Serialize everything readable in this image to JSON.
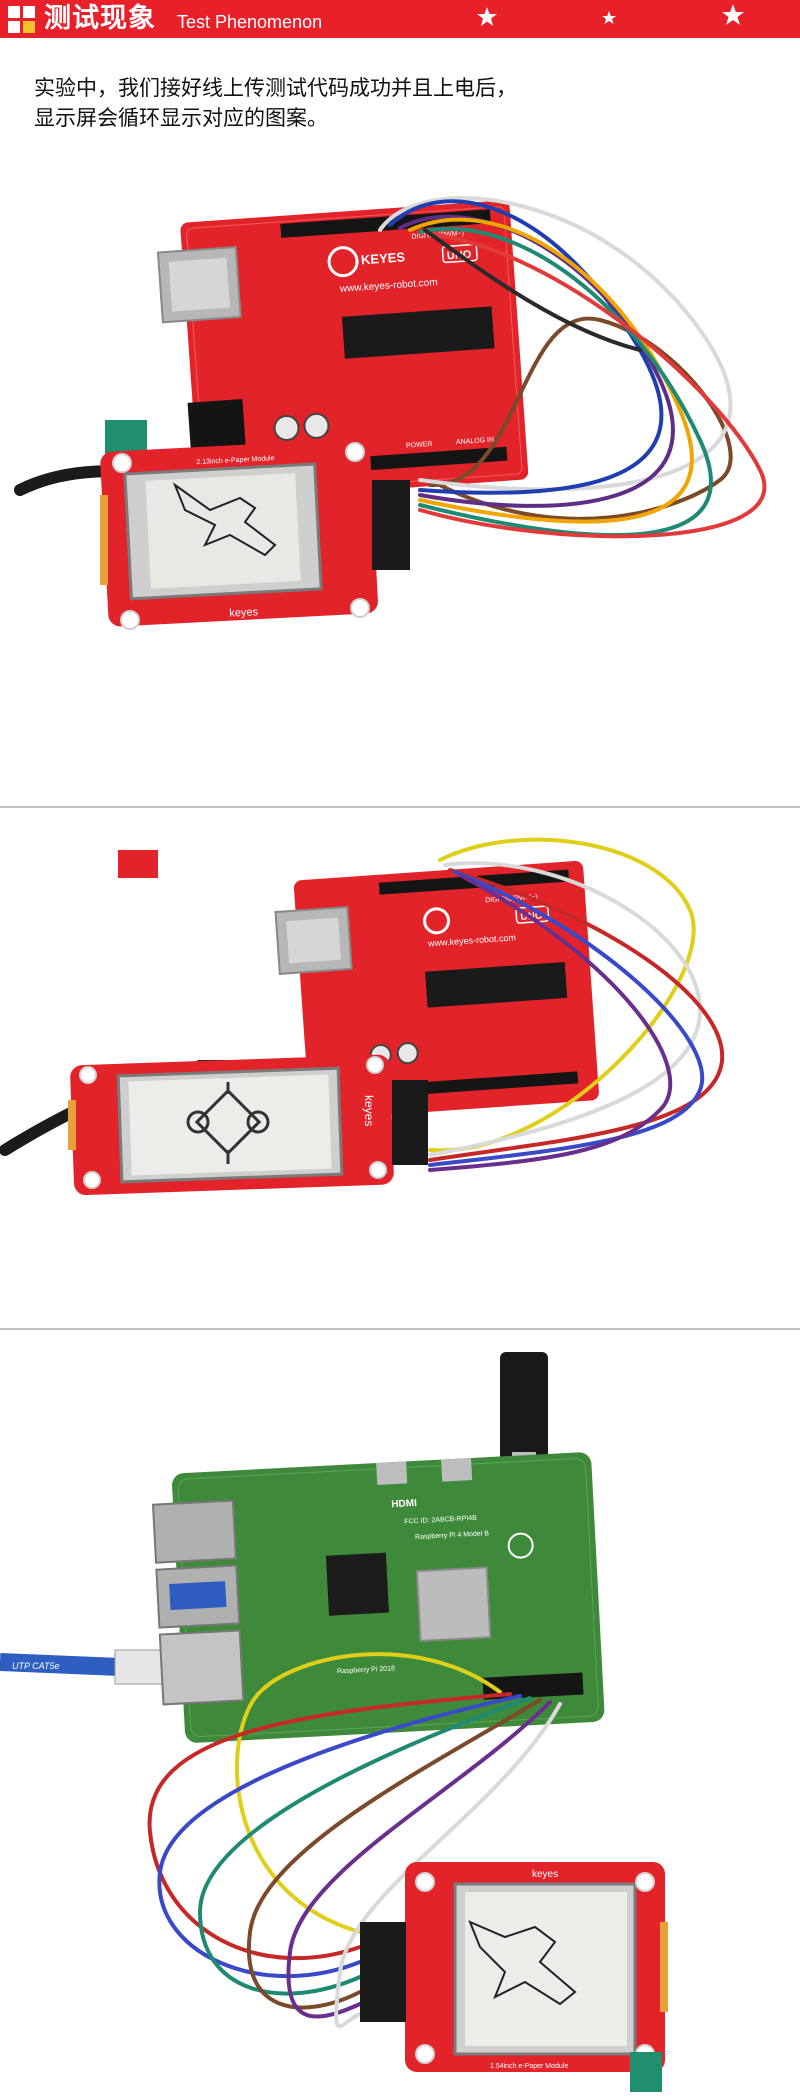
{
  "header": {
    "title_cn": "测试现象",
    "title_en": "Test Phenomenon",
    "background_color": "#e8202a",
    "icon": "windows-squares-logo"
  },
  "intro": {
    "line1": "实验中，我们接好线上传测试代码成功并且上电后，",
    "line2": "显示屏会循环显示对应的图案。"
  },
  "photos": {
    "arduino_board_1": {
      "label": "UNO",
      "brand": "KEYES",
      "url_text": "www.keyes-robot.com",
      "digital_label": "DIGITAL(PWM~)",
      "power_label": "POWER",
      "analog_label": "ANALOG IN"
    },
    "epaper_1": {
      "brand": "keyes",
      "title": "2.13inch e-Paper Module",
      "image": "dove"
    },
    "arduino_board_2": {
      "label": "UNO",
      "url_text": "www.keyes-robot.com",
      "digital_label": "DIGITAL(PWM~)"
    },
    "epaper_2": {
      "brand": "keyes",
      "image": "chinese-knot"
    },
    "raspberry_pi": {
      "hdmi_label": "HDMI",
      "fcc_text": "FCC ID: 2ABCB-RPI4B",
      "model_text": "Raspberry Pi 4 Model B",
      "year_text": "Raspberry Pi 2018"
    },
    "ethernet_cable": {
      "text": "UTP CAT5e"
    },
    "epaper_3": {
      "brand": "keyes",
      "title": "1.54inch e-Paper Module",
      "image": "dove"
    }
  }
}
